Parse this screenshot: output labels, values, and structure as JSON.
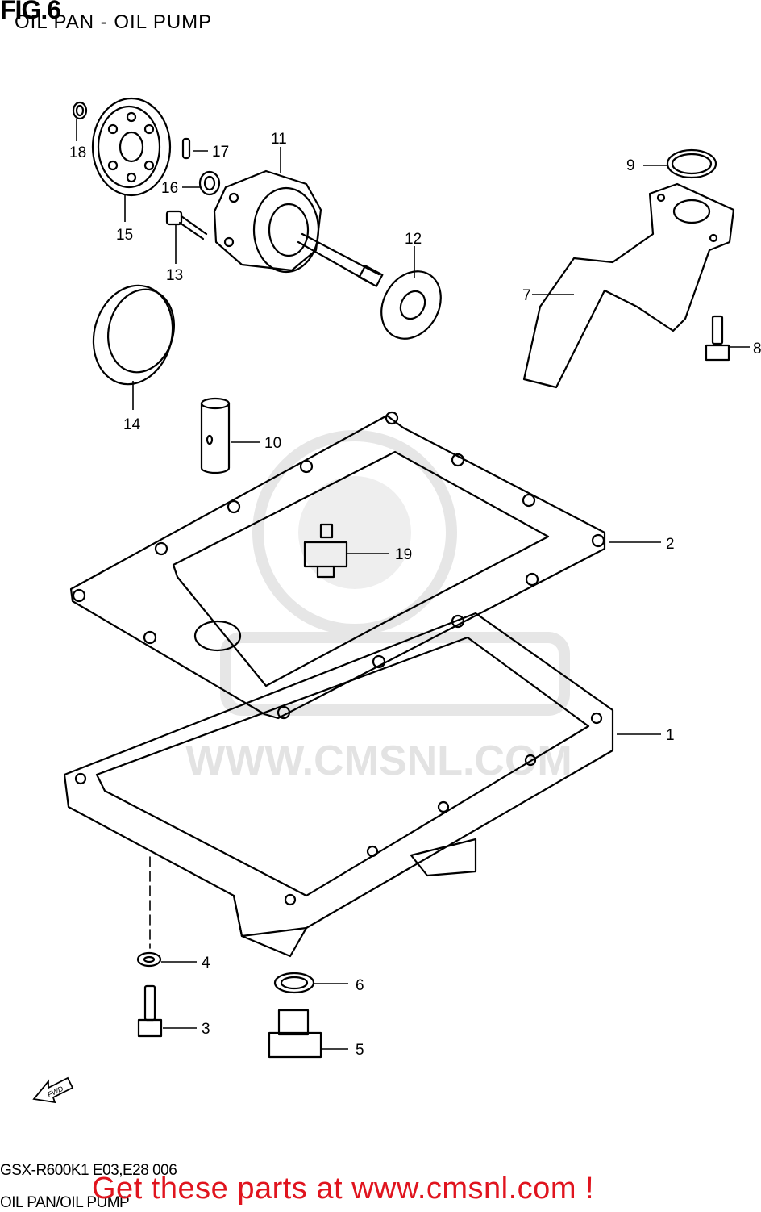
{
  "header": {
    "fig_label": "FIG.6",
    "title": "OIL PAN - OIL PUMP"
  },
  "watermark": {
    "text": "WWW.CMSNL.COM"
  },
  "callouts": [
    {
      "id": "1",
      "label": "1"
    },
    {
      "id": "2",
      "label": "2"
    },
    {
      "id": "3",
      "label": "3"
    },
    {
      "id": "4",
      "label": "4"
    },
    {
      "id": "5",
      "label": "5"
    },
    {
      "id": "6",
      "label": "6"
    },
    {
      "id": "7",
      "label": "7"
    },
    {
      "id": "8",
      "label": "8"
    },
    {
      "id": "9",
      "label": "9"
    },
    {
      "id": "10",
      "label": "10"
    },
    {
      "id": "11",
      "label": "11"
    },
    {
      "id": "12",
      "label": "12"
    },
    {
      "id": "13",
      "label": "13"
    },
    {
      "id": "14",
      "label": "14"
    },
    {
      "id": "15",
      "label": "15"
    },
    {
      "id": "16",
      "label": "16"
    },
    {
      "id": "17",
      "label": "17"
    },
    {
      "id": "18",
      "label": "18"
    },
    {
      "id": "19",
      "label": "19"
    }
  ],
  "fwd_arrow": {
    "text": "FWD"
  },
  "footer": {
    "model_code": "GSX-R600K1 E03,E28 006",
    "diagram_name": "OIL PAN/OIL PUMP",
    "promo": "Get these parts at www.cmsnl.com !"
  },
  "colors": {
    "promo": "#e0141e",
    "watermark": "#e3e3e3",
    "line": "#000000"
  }
}
